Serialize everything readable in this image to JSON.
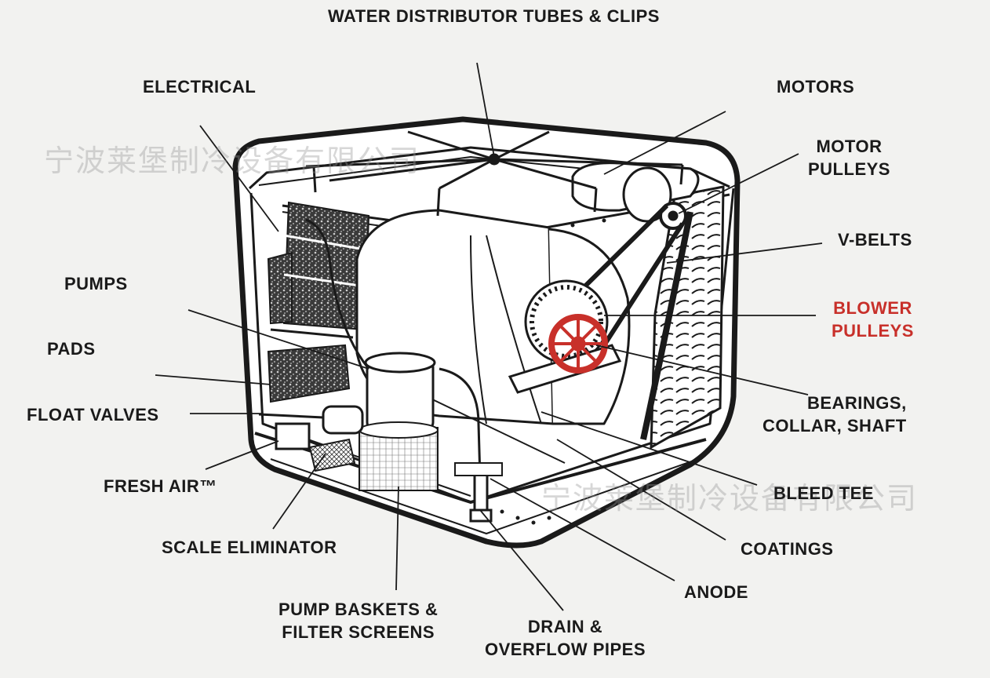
{
  "labels": {
    "water_distributor": "WATER DISTRIBUTOR TUBES & CLIPS",
    "electrical": "ELECTRICAL",
    "motors": "MOTORS",
    "motor_pulleys": [
      "MOTOR",
      "PULLEYS"
    ],
    "v_belts": "V-BELTS",
    "blower_pulleys": [
      "BLOWER",
      "PULLEYS"
    ],
    "pumps": "PUMPS",
    "pads": "PADS",
    "float_valves": "FLOAT VALVES",
    "bearings": [
      "BEARINGS,",
      "COLLAR, SHAFT"
    ],
    "fresh_air": "FRESH AIR™",
    "bleed_tee": "BLEED TEE",
    "scale_eliminator": "SCALE ELIMINATOR",
    "coatings": "COATINGS",
    "anode": "ANODE",
    "pump_baskets": [
      "PUMP BASKETS &",
      "FILTER SCREENS"
    ],
    "drain": [
      "DRAIN &",
      "OVERFLOW PIPES"
    ]
  },
  "watermark": "宁波莱堡制冷设备有限公司",
  "colors": {
    "background": "#f2f2f0",
    "ink": "#1a1a1a",
    "highlight": "#c8302a"
  }
}
